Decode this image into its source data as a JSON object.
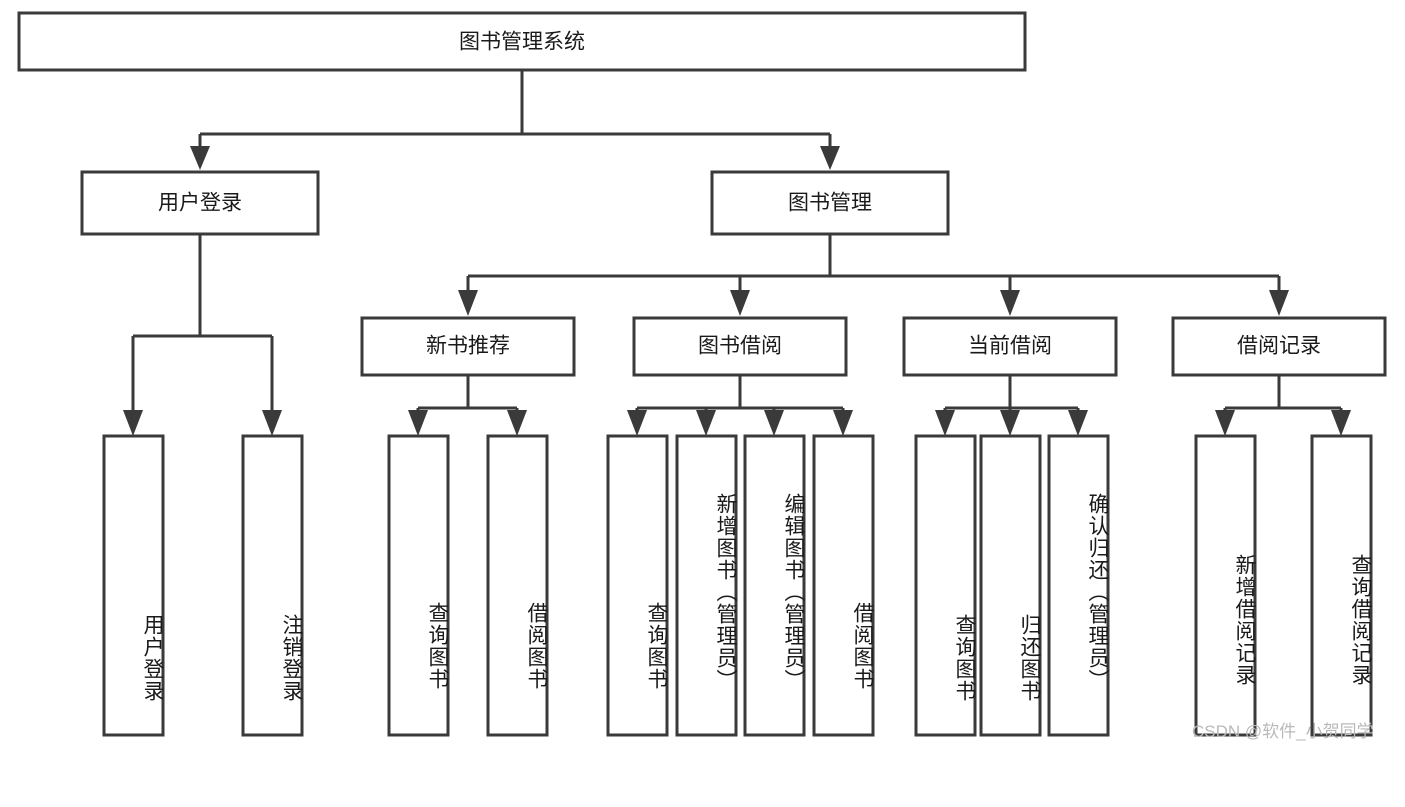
{
  "diagram": {
    "title": "图书管理系统",
    "type": "tree-hierarchy-chart",
    "root": {
      "label": "图书管理系统"
    },
    "level2": [
      {
        "label": "用户登录"
      },
      {
        "label": "图书管理"
      }
    ],
    "level3": [
      {
        "label": "新书推荐"
      },
      {
        "label": "图书借阅"
      },
      {
        "label": "当前借阅"
      },
      {
        "label": "借阅记录"
      }
    ],
    "leaves": [
      {
        "label": "用户登录"
      },
      {
        "label": "注销登录"
      },
      {
        "label": "查询图书"
      },
      {
        "label": "借阅图书"
      },
      {
        "label": "查询图书"
      },
      {
        "label": "新增图书（管理员）"
      },
      {
        "label": "编辑图书（管理员）"
      },
      {
        "label": "借阅图书"
      },
      {
        "label": "查询图书"
      },
      {
        "label": "归还图书"
      },
      {
        "label": "确认归还（管理员）"
      },
      {
        "label": "新增借阅记录"
      },
      {
        "label": "查询借阅记录"
      }
    ]
  },
  "watermark": {
    "text": "CSDN @软件_小贺同学"
  },
  "colors": {
    "stroke": "#3a3a3a",
    "fill": "#ffffff",
    "text": "#1a1a1a",
    "watermark": "#b9b9b9"
  }
}
